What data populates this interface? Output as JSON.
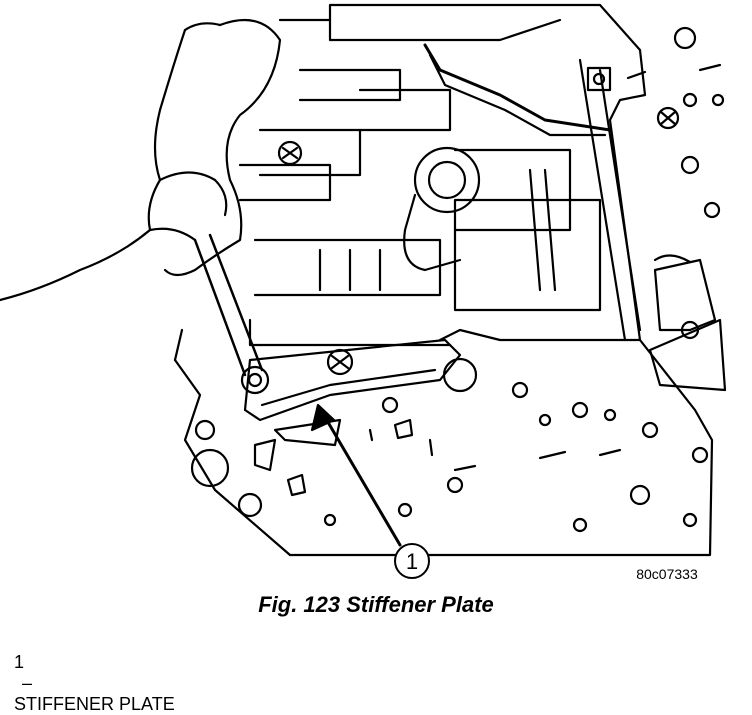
{
  "figure": {
    "code": "80c07333",
    "caption": "Fig. 123 Stiffener Plate",
    "callouts": [
      {
        "number": "1"
      }
    ]
  },
  "legend": {
    "items": [
      {
        "number": "1",
        "separator": "–",
        "label": "STIFFENER PLATE"
      }
    ]
  }
}
